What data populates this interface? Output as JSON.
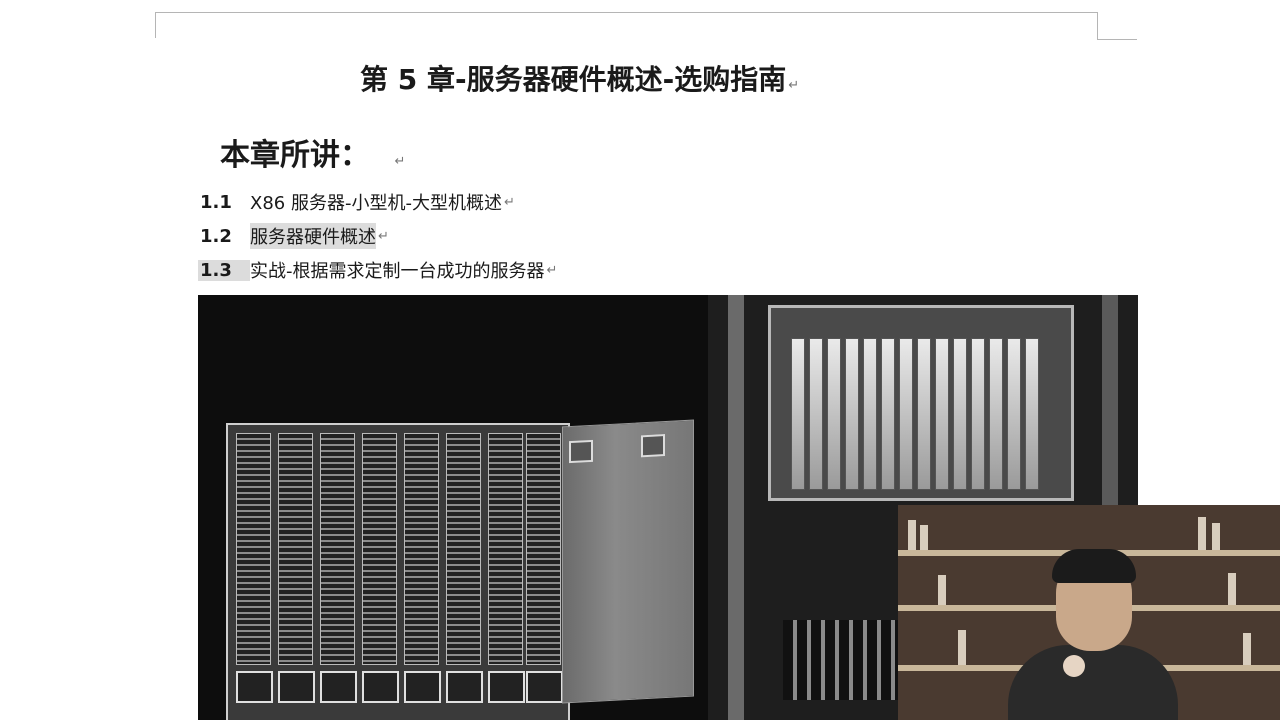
{
  "document": {
    "title": "第 5 章-服务器硬件概述-选购指南",
    "intro": "本章所讲：",
    "paragraph_mark": "↵",
    "toc": [
      {
        "num": "1.1",
        "text": "X86 服务器-小型机-大型机概述"
      },
      {
        "num": "1.2",
        "text": "服务器硬件概述"
      },
      {
        "num": "1.3",
        "text": "实战-根据需求定制一台成功的服务器"
      }
    ]
  }
}
